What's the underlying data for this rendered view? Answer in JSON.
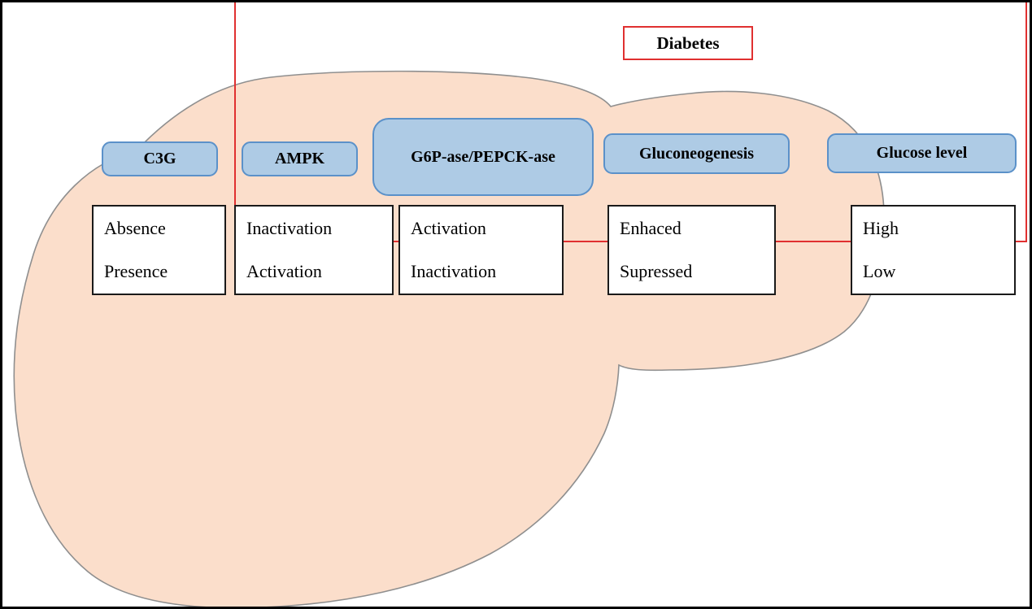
{
  "figure": {
    "diabetes_label": "Diabetes"
  },
  "columns": [
    {
      "header": "C3G",
      "rows": [
        "Absence",
        "Presence"
      ]
    },
    {
      "header": "AMPK",
      "rows": [
        "Inactivation",
        "Activation"
      ]
    },
    {
      "header": "G6P-ase/PEPCK-ase",
      "rows": [
        "Activation",
        "Inactivation"
      ]
    },
    {
      "header": "Gluconeogenesis",
      "rows": [
        "Enhaced",
        "Supressed"
      ]
    },
    {
      "header": "Glucose level",
      "rows": [
        "High",
        "Low"
      ]
    }
  ],
  "icons": {
    "liver_shape": "liver-silhouette"
  },
  "colors": {
    "liver_fill": "#fbdecb",
    "liver_stroke": "#8f8f8f",
    "blue_fill": "#aecbe5",
    "blue_border": "#5b91c9",
    "red_accent": "#e03030"
  }
}
